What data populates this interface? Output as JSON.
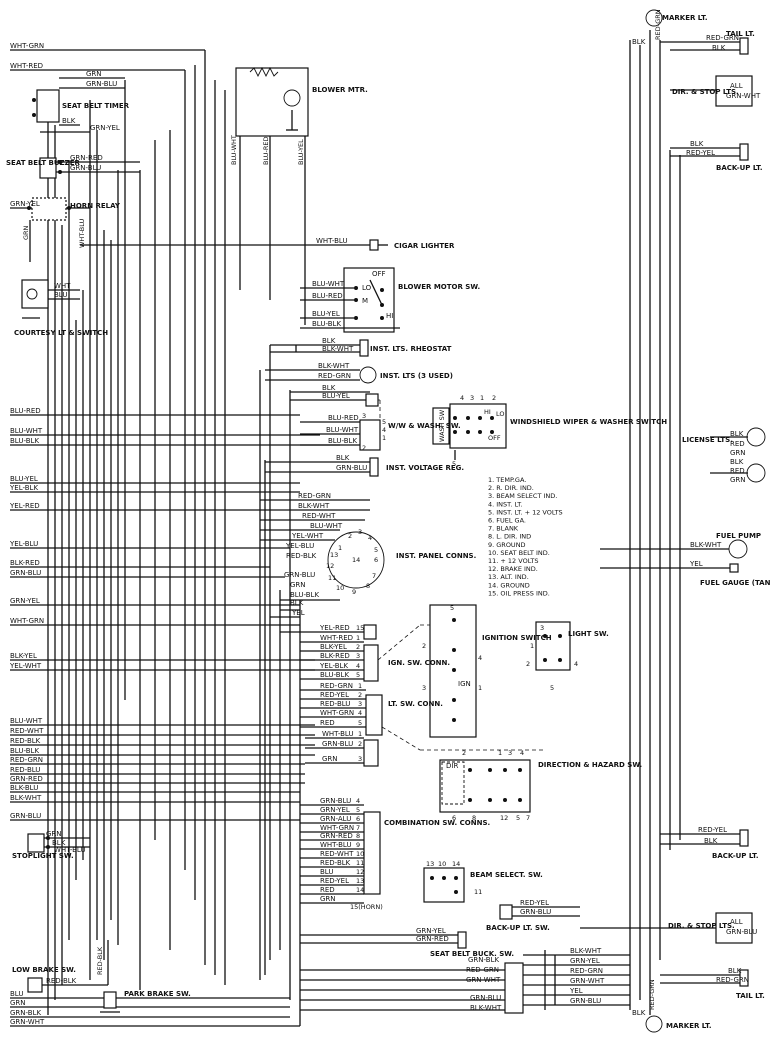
{
  "components": {
    "marker_lt_top": "MARKER LT.",
    "tail_lt_top": "TAIL LT.",
    "dir_stop_top": "DIR. & STOP LTS.",
    "backup_lt_top": "BACK-UP LT.",
    "license_lts": "LICENSE LTS.",
    "fuel_pump": "FUEL PUMP",
    "fuel_gauge": "FUEL GAUGE (TANK UNIT)",
    "backup_lt_bottom": "BACK-UP LT.",
    "dir_stop_bottom": "DIR. & STOP LTS.",
    "tail_lt_bottom": "TAIL LT.",
    "marker_lt_bottom": "MARKER LT.",
    "seat_belt_timer": "SEAT BELT TIMER",
    "seat_belt_buzzer": "SEAT BELT BUZZER",
    "horn_relay": "HORN RELAY",
    "courtesy_lt": "COURTESY LT & SWITCH",
    "blower_mtr": "BLOWER MTR.",
    "cigar_lighter": "CIGAR LIGHTER",
    "blower_motor_sw": "BLOWER MOTOR SW.",
    "inst_lts_rheostat": "INST. LTS. RHEOSTAT",
    "inst_lts": "INST. LTS (3 USED)",
    "ww_wash_sw": "W/W & WASH. SW.",
    "windshield_wiper": "WINDSHIELD WIPER & WASHER SWITCH",
    "inst_voltage_reg": "INST. VOLTAGE REG.",
    "inst_panel_conns": "INST. PANEL CONNS.",
    "ignition_switch": "IGNITION SWITCH",
    "light_sw": "LIGHT SW.",
    "ign_sw_conn": "IGN. SW. CONN.",
    "lt_sw_conn": "LT. SW. CONN.",
    "direction_hazard": "DIRECTION & HAZARD SW.",
    "combination_sw": "COMBINATION SW. CONNS.",
    "beam_select": "BEAM SELECT. SW.",
    "backup_lt_sw": "BACK-UP LT. SW.",
    "seat_belt_buck": "SEAT BELT BUCK. SW.",
    "stoplight_sw": "STOPLIGHT SW.",
    "low_brake_sw": "LOW BRAKE SW.",
    "park_brake_sw": "PARK BRAKE SW."
  },
  "switch_terms": {
    "off": "OFF",
    "lo": "LO",
    "m": "M",
    "hi": "HI",
    "dir": "DIR",
    "ign": "IGN",
    "wash_sw": "WASH SW"
  },
  "legend": [
    "1. TEMP.GA.",
    "2. R. DIR. IND.",
    "3. BEAM SELECT IND.",
    "4. INST. LT.",
    "5. INST. LT. + 12 VOLTS",
    "6. FUEL GA.",
    "7. BLANK",
    "8. L. DIR. IND",
    "9. GROUND",
    "10. SEAT BELT IND.",
    "11. + 12 VOLTS",
    "12. BRAKE IND.",
    "13. ALT. IND.",
    "14. GROUND",
    "15. OIL PRESS IND."
  ],
  "left_edge_wires": [
    "WHT-GRN",
    "WHT-RED",
    "BLU-RED",
    "BLU-WHT",
    "BLU-BLK",
    "BLU-YEL",
    "YEL-BLK",
    "YEL-RED",
    "YEL-BLU",
    "BLK-RED",
    "GRN-BLU",
    "GRN-YEL",
    "WHT-GRN",
    "BLK-YEL",
    "YEL-WHT",
    "BLU-WHT",
    "RED-WHT",
    "RED-BLK",
    "BLU-BLK",
    "RED-GRN",
    "RED-BLU",
    "GRN-RED",
    "BLK-BLU",
    "BLK-WHT",
    "GRN-BLU",
    "BLU",
    "GRN",
    "GRN-BLK",
    "GRN-WHT"
  ],
  "left_component_wires": {
    "timer_top": "GRN",
    "timer_top2": "GRN-BLU",
    "timer_blk": "BLK",
    "timer_grnyel": "GRN-YEL",
    "buzzer_1": "GRN-RED",
    "buzzer_2": "GRN-BLU",
    "relay_in": "GRN-YEL",
    "relay_v1": "GRN",
    "relay_v2": "WHT-BLU",
    "courtesy_1": "WHT",
    "courtesy_2": "BLU",
    "stop_1": "GRN",
    "stop_2": "BLK",
    "stop_3": "WHT-BLU",
    "lowbrake": "RED-BLK",
    "lowbrake_v": "RED-BLK"
  },
  "center_wires": {
    "blower_v1": "BLU-WHT",
    "blower_v2": "BLU-RED",
    "blower_v3": "BLU-YEL",
    "cigar": "WHT-BLU",
    "bsw_1": "BLU-WHT",
    "bsw_2": "BLU-RED",
    "bsw_3": "BLU-YEL",
    "bsw_4": "BLU-BLK",
    "rheo_1": "BLK",
    "rheo_2": "BLK-WHT",
    "lts_1": "BLK-WHT",
    "lts_2": "RED-GRN",
    "ww_1": "BLK",
    "ww_2": "BLU-YEL",
    "ww_3": "BLU-RED",
    "ww_4": "BLU-WHT",
    "ww_5": "BLU-BLK",
    "vreg_1": "BLK",
    "vreg_2": "GRN-BLU",
    "panel": [
      "RED-GRN",
      "BLK-WHT",
      "RED-WHT",
      "BLU-WHT",
      "YEL-WHT",
      "YEL-BLU",
      "RED-BLK",
      "GRN-BLU",
      "GRN",
      "BLU-BLK",
      "BLK",
      "YEL"
    ],
    "ign": [
      "YEL-RED",
      "WHT-RED",
      "BLK-YEL",
      "BLK-RED",
      "YEL-BLK",
      "BLU-BLK"
    ],
    "lt": [
      "RED-GRN",
      "RED-YEL",
      "RED-BLU",
      "WHT-GRN",
      "RED"
    ],
    "comb_top": [
      "WHT-BLU",
      "GRN-BLU",
      "GRN"
    ],
    "comb": [
      "GRN-BLU",
      "GRN-YEL",
      "GRN-ALU",
      "WHT-GRN",
      "GRN-RED",
      "WHT-BLU",
      "RED-WHT",
      "RED-BLK",
      "BLU",
      "RED-YEL",
      "RED",
      "GRN"
    ],
    "comb_15": "15(HORN)",
    "backup_sw_1": "RED-YEL",
    "backup_sw_2": "GRN-BLU",
    "buck_1": "GRN-YEL",
    "buck_2": "GRN-RED",
    "buck_3": "GRN-BLK",
    "buck_4": "RED-GRN",
    "buck_5": "GRN-WHT",
    "buck_6": "GRN-BLU",
    "buck_7": "BLK-WHT"
  },
  "right_wires": {
    "marker_top": "RED-GRN",
    "marker_top_blk": "BLK",
    "tail_1": "RED-GRN",
    "tail_2": "BLK",
    "dir_all": "ALL",
    "dir_gw": "GRN-WHT",
    "backup_1": "BLK",
    "backup_2": "RED-YEL",
    "lic_1": "BLK",
    "lic_2": "RED",
    "lic_3": "GRN",
    "lic_4": "BLK",
    "lic_5": "RED",
    "lic_6": "GRN",
    "pump": "BLK-WHT",
    "gauge": "YEL",
    "backup_b1": "RED-YEL",
    "backup_b2": "BLK",
    "dirb_all": "ALL",
    "dirb_gb": "GRN-BLU",
    "tail_b1": "BLK",
    "tail_b2": "RED-GRN",
    "rear_1": "BLK-WHT",
    "rear_2": "GRN-YEL",
    "rear_3": "RED-GRN",
    "rear_4": "GRN-WHT",
    "rear_5": "YEL",
    "rear_6": "GRN-BLU",
    "marker_b": "RED-GRN",
    "marker_b_blk": "BLK"
  },
  "pins": {
    "panel": [
      "1",
      "2",
      "3",
      "4",
      "5",
      "6",
      "7",
      "8",
      "9",
      "10",
      "11",
      "12",
      "13",
      "14"
    ],
    "ign": [
      "15",
      "1",
      "2",
      "3",
      "4",
      "5"
    ],
    "lt": [
      "1",
      "2",
      "3",
      "4",
      "5"
    ],
    "comb_top": [
      "1",
      "2",
      "3"
    ],
    "comb": [
      "4",
      "5",
      "6",
      "7",
      "8",
      "9",
      "10",
      "11",
      "12",
      "13",
      "14"
    ],
    "ww": [
      "5",
      "4",
      "1",
      "3",
      "2"
    ],
    "wiper": [
      "4",
      "3",
      "1",
      "2",
      "5"
    ],
    "hi": "HI",
    "lo_w": "LO",
    "off_w": "OFF",
    "ignsw": [
      "5",
      "2",
      "4",
      "1",
      "3"
    ],
    "lightsw": [
      "3",
      "1",
      "2",
      "4",
      "5"
    ],
    "dirhaz": [
      "2",
      "1",
      "3",
      "4",
      "6",
      "8",
      "12",
      "5",
      "7"
    ],
    "beam": [
      "13",
      "10",
      "14",
      "11"
    ]
  }
}
